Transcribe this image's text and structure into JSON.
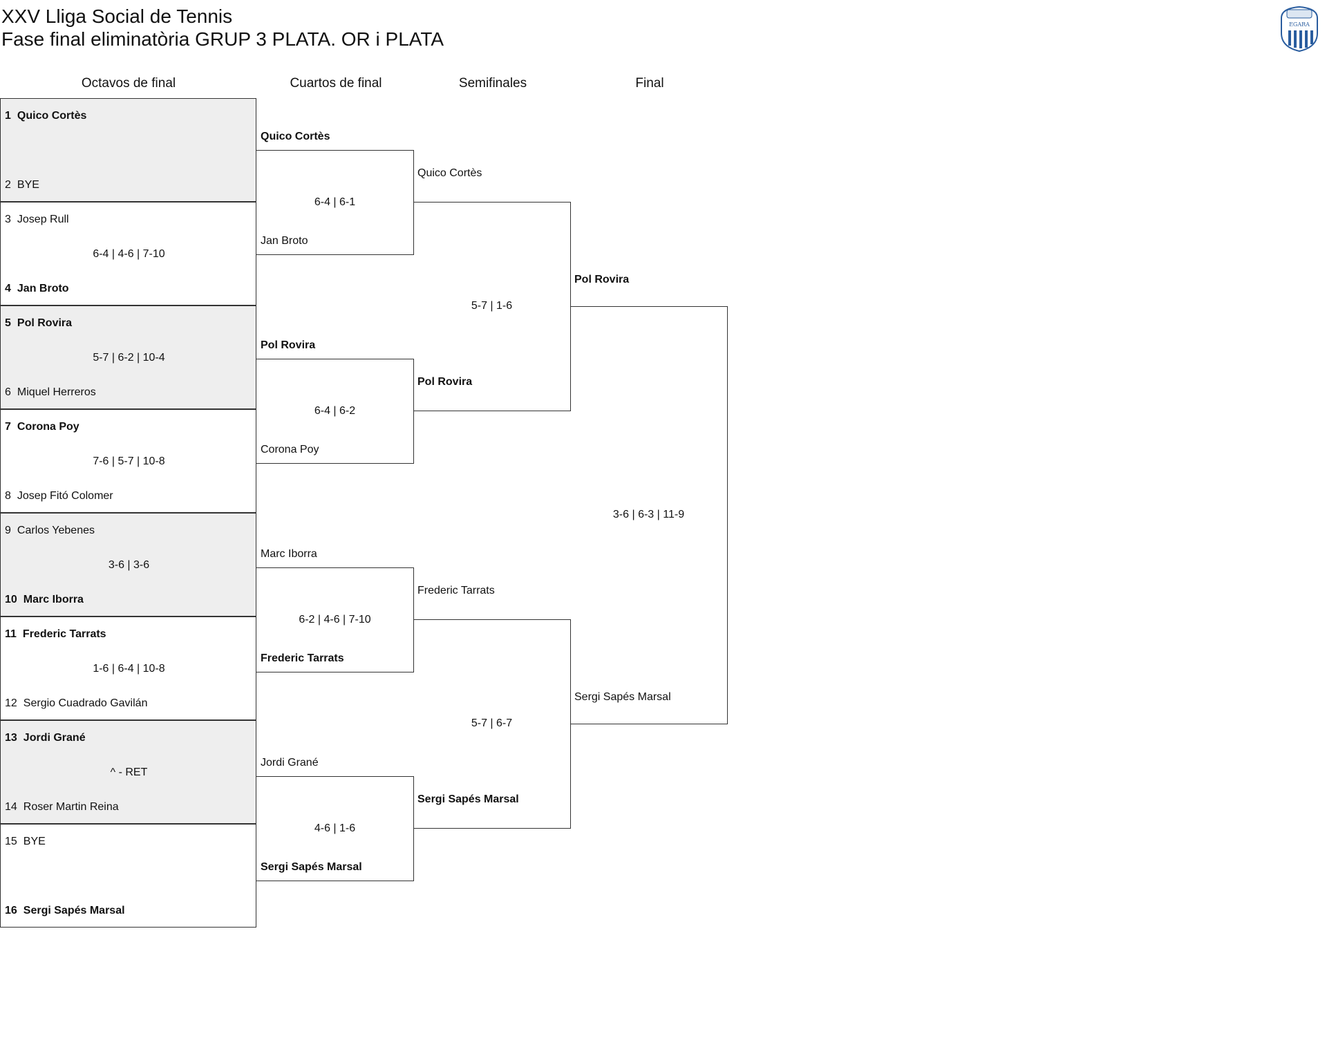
{
  "header": {
    "title": "XXV Lliga Social de Tennis",
    "subtitle": "Fase final eliminatòria GRUP 3 PLATA. OR i PLATA",
    "logo_text": "EGARA"
  },
  "rounds": [
    "Octavos de final",
    "Cuartos de final",
    "Semifinales",
    "Final"
  ],
  "octavos": [
    {
      "p1": {
        "seed": "1",
        "name": "Quico Cortès",
        "winner": true
      },
      "p2": {
        "seed": "2",
        "name": "BYE",
        "winner": false
      },
      "score": ""
    },
    {
      "p1": {
        "seed": "3",
        "name": "Josep Rull",
        "winner": false
      },
      "p2": {
        "seed": "4",
        "name": "Jan Broto",
        "winner": true
      },
      "score": "6-4 | 4-6 | 7-10"
    },
    {
      "p1": {
        "seed": "5",
        "name": "Pol Rovira",
        "winner": true
      },
      "p2": {
        "seed": "6",
        "name": "Miquel Herreros",
        "winner": false
      },
      "score": "5-7 | 6-2 | 10-4"
    },
    {
      "p1": {
        "seed": "7",
        "name": "Corona Poy",
        "winner": true
      },
      "p2": {
        "seed": "8",
        "name": "Josep Fitó Colomer",
        "winner": false
      },
      "score": "7-6 | 5-7 | 10-8"
    },
    {
      "p1": {
        "seed": "9",
        "name": "Carlos Yebenes",
        "winner": false
      },
      "p2": {
        "seed": "10",
        "name": "Marc Iborra",
        "winner": true
      },
      "score": "3-6 | 3-6"
    },
    {
      "p1": {
        "seed": "11",
        "name": "Frederic Tarrats",
        "winner": true
      },
      "p2": {
        "seed": "12",
        "name": "Sergio Cuadrado Gavilán",
        "winner": false
      },
      "score": "1-6 | 6-4 | 10-8"
    },
    {
      "p1": {
        "seed": "13",
        "name": "Jordi Grané",
        "winner": true
      },
      "p2": {
        "seed": "14",
        "name": "Roser Martin Reina",
        "winner": false
      },
      "score": "^ - RET"
    },
    {
      "p1": {
        "seed": "15",
        "name": "BYE",
        "winner": false
      },
      "p2": {
        "seed": "16",
        "name": "Sergi Sapés Marsal",
        "winner": true
      },
      "score": ""
    }
  ],
  "cuartos": [
    {
      "p1": {
        "name": "Quico Cortès",
        "winner": true
      },
      "p2": {
        "name": "Jan Broto",
        "winner": false
      },
      "score": "6-4 | 6-1"
    },
    {
      "p1": {
        "name": "Pol Rovira",
        "winner": true
      },
      "p2": {
        "name": "Corona Poy",
        "winner": false
      },
      "score": "6-4 | 6-2"
    },
    {
      "p1": {
        "name": "Marc Iborra",
        "winner": false
      },
      "p2": {
        "name": "Frederic Tarrats",
        "winner": true
      },
      "score": "6-2 | 4-6 | 7-10"
    },
    {
      "p1": {
        "name": "Jordi Grané",
        "winner": false
      },
      "p2": {
        "name": "Sergi Sapés Marsal",
        "winner": true
      },
      "score": "4-6 | 1-6"
    }
  ],
  "semis": [
    {
      "p1": {
        "name": "Quico Cortès",
        "winner": false
      },
      "p2": {
        "name": "Pol Rovira",
        "winner": true
      },
      "score": "5-7 | 1-6"
    },
    {
      "p1": {
        "name": "Frederic Tarrats",
        "winner": false
      },
      "p2": {
        "name": "Sergi Sapés Marsal",
        "winner": true
      },
      "score": "5-7 | 6-7"
    }
  ],
  "final": {
    "p1": {
      "name": "Pol Rovira",
      "winner": true
    },
    "p2": {
      "name": "Sergi Sapés Marsal",
      "winner": false
    },
    "score": "3-6 | 6-3 | 11-9"
  }
}
